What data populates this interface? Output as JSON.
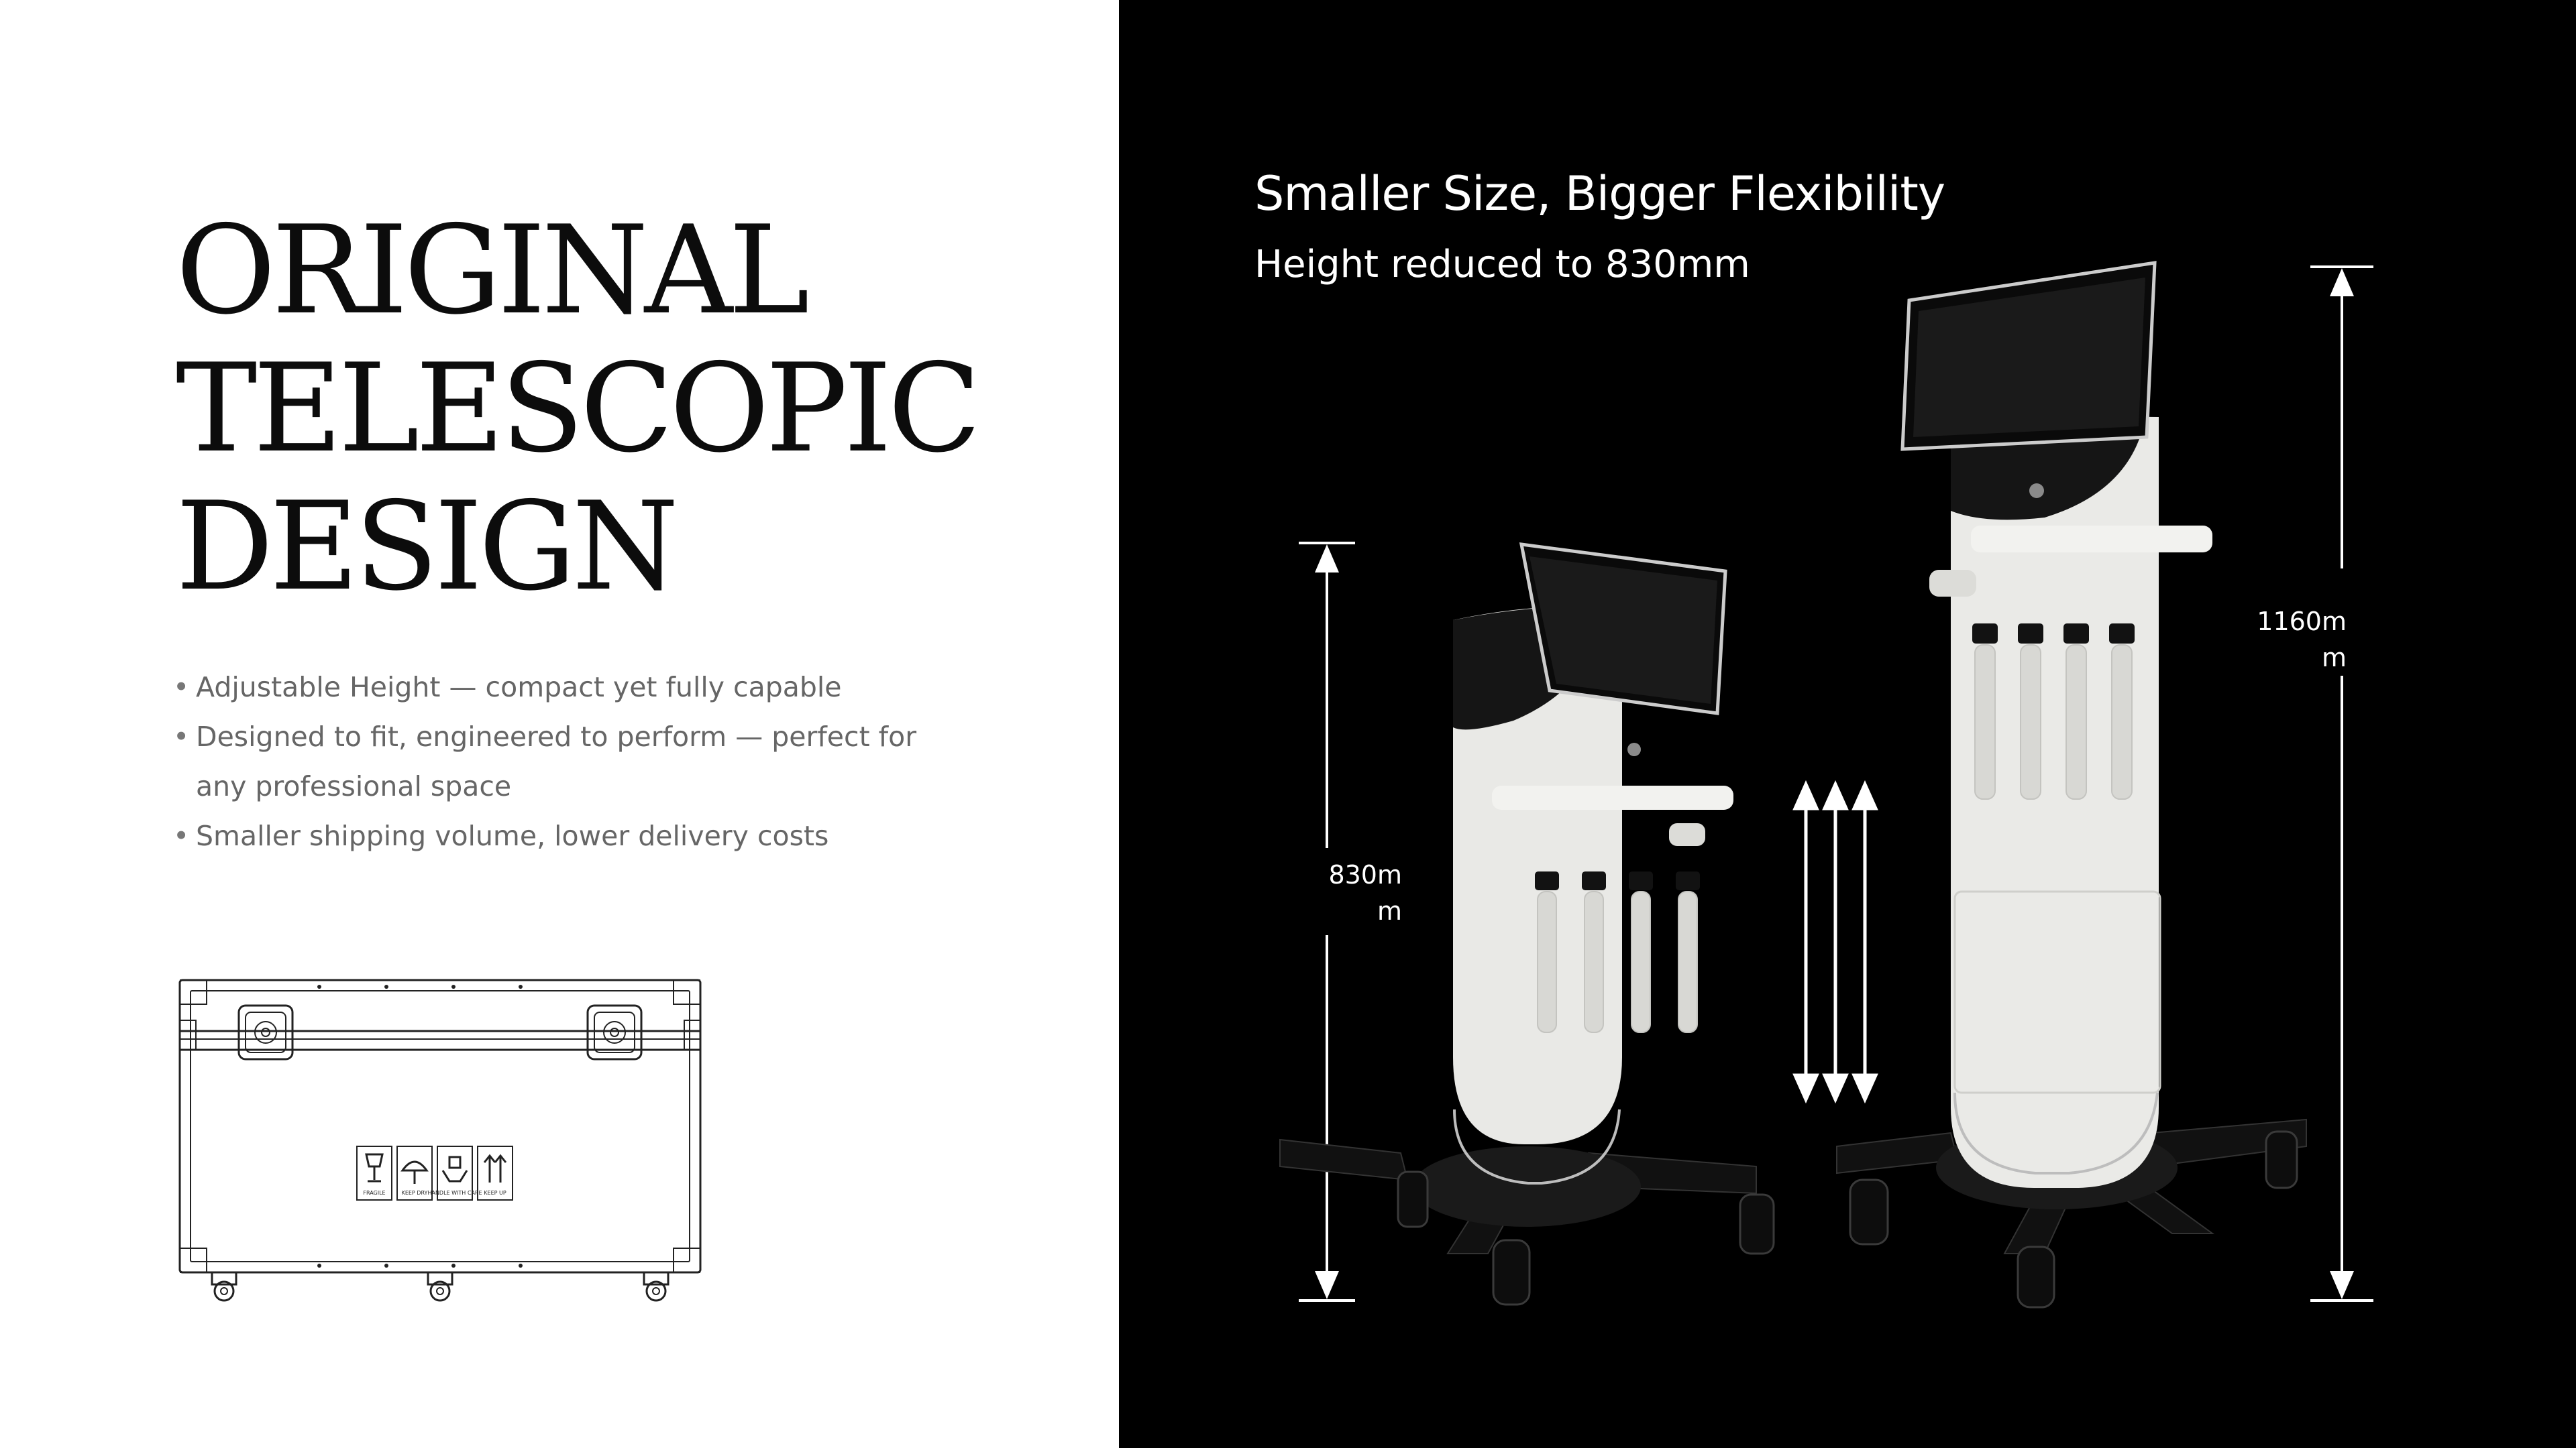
{
  "title": {
    "lines": [
      "ORIGINAL",
      "TELESCOPIC",
      "DESIGN"
    ]
  },
  "features": [
    "Adjustable Height — compact yet fully capable",
    "Designed to fit, engineered to perform — perfect for any professional space",
    "Smaller shipping volume, lower delivery costs"
  ],
  "shipping_case": {
    "labels": [
      "FRAGILE",
      "KEEP DRY",
      "HANDLE WITH CARE",
      "KEEP UP"
    ]
  },
  "right_panel": {
    "heading": "Smaller Size, Bigger Flexibility",
    "subheading": "Height reduced to 830mm",
    "dimension_short": {
      "line1": "830m",
      "line2": "m"
    },
    "dimension_tall": {
      "line1": "1160m",
      "line2": "m"
    }
  },
  "colors": {
    "left_background": "#ffffff",
    "right_background": "#000000",
    "title": "#0c0c0c",
    "body_text": "#666666",
    "device_body": "#ebebe8",
    "device_base": "#111111",
    "accent_line": "#ffffff"
  },
  "icons": [
    "glass-icon",
    "umbrella-icon",
    "hands-icon",
    "up-arrows-icon",
    "double-headed-arrow-icon"
  ]
}
